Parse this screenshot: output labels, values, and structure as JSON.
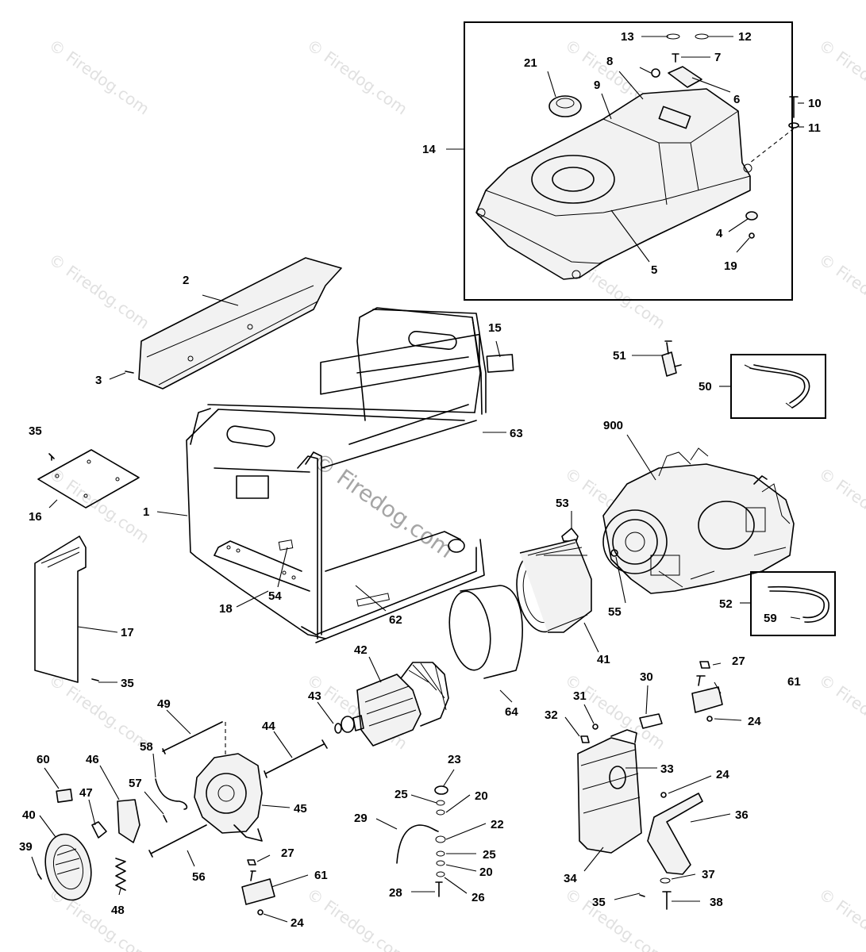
{
  "watermark": "© Firedog.com",
  "callouts": {
    "n1": "1",
    "n2": "2",
    "n3": "3",
    "n4": "4",
    "n5": "5",
    "n6": "6",
    "n7": "7",
    "n8": "8",
    "n9": "9",
    "n10": "10",
    "n11": "11",
    "n12": "12",
    "n13": "13",
    "n14": "14",
    "n15": "15",
    "n16": "16",
    "n17": "17",
    "n18": "18",
    "n19": "19",
    "n20": "20",
    "n21": "21",
    "n22": "22",
    "n23": "23",
    "n24": "24",
    "n25": "25",
    "n26": "26",
    "n27": "27",
    "n28": "28",
    "n29": "29",
    "n30": "30",
    "n31": "31",
    "n32": "32",
    "n33": "33",
    "n34": "34",
    "n35": "35",
    "n36": "36",
    "n37": "37",
    "n38": "38",
    "n39": "39",
    "n40": "40",
    "n41": "41",
    "n42": "42",
    "n43": "43",
    "n44": "44",
    "n45": "45",
    "n46": "46",
    "n47": "47",
    "n48": "48",
    "n49": "49",
    "n50": "50",
    "n51": "51",
    "n52": "52",
    "n53": "53",
    "n54": "54",
    "n55": "55",
    "n56": "56",
    "n57": "57",
    "n58": "58",
    "n59": "59",
    "n60": "60",
    "n61": "61",
    "n62": "62",
    "n63": "63",
    "n64": "64",
    "n900": "900"
  }
}
